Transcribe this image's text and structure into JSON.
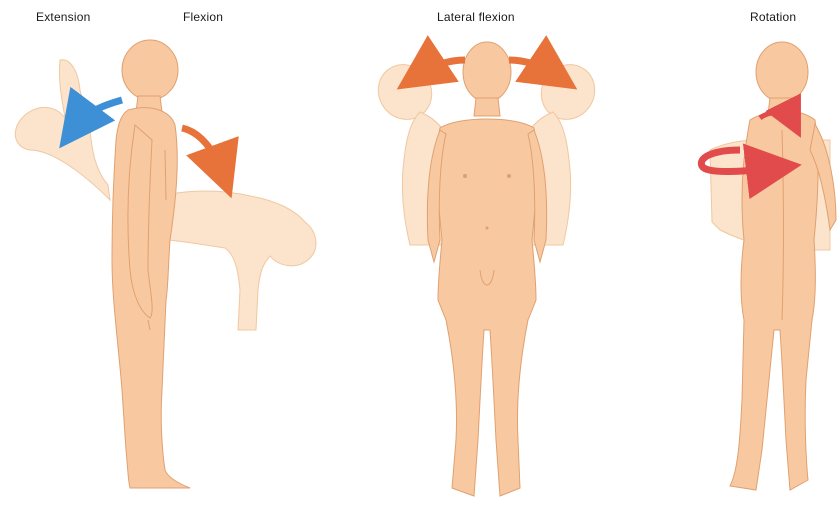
{
  "labels": {
    "extension": "Extension",
    "flexion": "Flexion",
    "lateral_flexion": "Lateral flexion",
    "rotation": "Rotation"
  },
  "colors": {
    "skin": "#f8c9a0",
    "ghost": "#fbe3cc",
    "outline": "#e0a070",
    "ghost_outline": "#f0c8a0",
    "arrow_orange": "#e8733a",
    "arrow_blue": "#3d8fd6",
    "arrow_red": "#e24b4b",
    "background": "#ffffff"
  },
  "icons": {
    "extension_arrow": "curved-arrow-left",
    "flexion_arrow": "curved-arrow-down",
    "lateral_arrows": "curved-arrows-sideways",
    "rotation_arrows": "rotation-arrows"
  }
}
